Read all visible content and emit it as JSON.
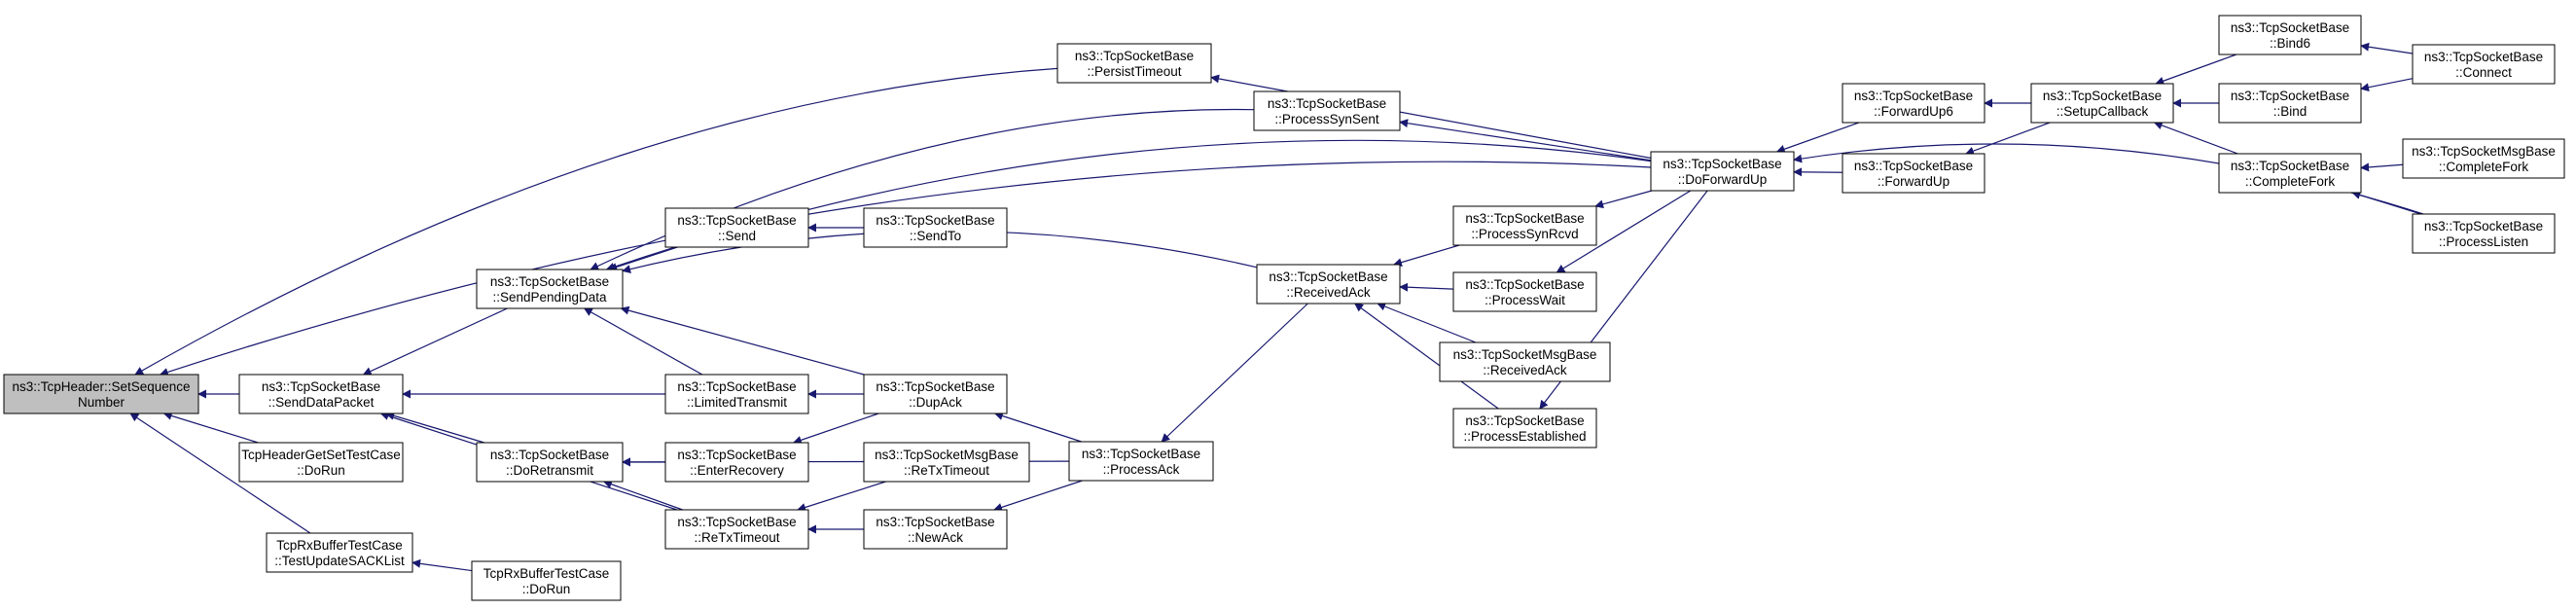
{
  "colors": {
    "edge": "#191970",
    "node_border": "#000000",
    "node_fill": "#ffffff",
    "root_fill": "#bfbfbf"
  },
  "nodes": [
    {
      "id": "n_root",
      "lines": [
        "ns3::TcpHeader::SetSequence",
        "Number"
      ],
      "root": true
    },
    {
      "id": "n_senddatapacket",
      "lines": [
        "ns3::TcpSocketBase",
        "::SendDataPacket"
      ]
    },
    {
      "id": "n_hdrtest",
      "lines": [
        "TcpHeaderGetSetTestCase",
        "::DoRun"
      ]
    },
    {
      "id": "n_rxtest",
      "lines": [
        "TcpRxBufferTestCase",
        "::TestUpdateSACKList"
      ]
    },
    {
      "id": "n_rxdorun",
      "lines": [
        "TcpRxBufferTestCase",
        "::DoRun"
      ]
    },
    {
      "id": "n_sendpending",
      "lines": [
        "ns3::TcpSocketBase",
        "::SendPendingData"
      ]
    },
    {
      "id": "n_doretransmit",
      "lines": [
        "ns3::TcpSocketBase",
        "::DoRetransmit"
      ]
    },
    {
      "id": "n_send",
      "lines": [
        "ns3::TcpSocketBase",
        "::Send"
      ]
    },
    {
      "id": "n_limited",
      "lines": [
        "ns3::TcpSocketBase",
        "::LimitedTransmit"
      ]
    },
    {
      "id": "n_enterrec",
      "lines": [
        "ns3::TcpSocketBase",
        "::EnterRecovery"
      ]
    },
    {
      "id": "n_retx",
      "lines": [
        "ns3::TcpSocketBase",
        "::ReTxTimeout"
      ]
    },
    {
      "id": "n_sendto",
      "lines": [
        "ns3::TcpSocketBase",
        "::SendTo"
      ]
    },
    {
      "id": "n_dupack",
      "lines": [
        "ns3::TcpSocketBase",
        "::DupAck"
      ]
    },
    {
      "id": "n_msgretx",
      "lines": [
        "ns3::TcpSocketMsgBase",
        "::ReTxTimeout"
      ]
    },
    {
      "id": "n_newack",
      "lines": [
        "ns3::TcpSocketBase",
        "::NewAck"
      ]
    },
    {
      "id": "n_persist",
      "lines": [
        "ns3::TcpSocketBase",
        "::PersistTimeout"
      ]
    },
    {
      "id": "n_synsent",
      "lines": [
        "ns3::TcpSocketBase",
        "::ProcessSynSent"
      ]
    },
    {
      "id": "n_processack",
      "lines": [
        "ns3::TcpSocketBase",
        "::ProcessAck"
      ]
    },
    {
      "id": "n_recvack",
      "lines": [
        "ns3::TcpSocketBase",
        "::ReceivedAck"
      ]
    },
    {
      "id": "n_synrcvd",
      "lines": [
        "ns3::TcpSocketBase",
        "::ProcessSynRcvd"
      ]
    },
    {
      "id": "n_wait",
      "lines": [
        "ns3::TcpSocketBase",
        "::ProcessWait"
      ]
    },
    {
      "id": "n_msgrecvack",
      "lines": [
        "ns3::TcpSocketMsgBase",
        "::ReceivedAck"
      ]
    },
    {
      "id": "n_established",
      "lines": [
        "ns3::TcpSocketBase",
        "::ProcessEstablished"
      ]
    },
    {
      "id": "n_doforwardup",
      "lines": [
        "ns3::TcpSocketBase",
        "::DoForwardUp"
      ]
    },
    {
      "id": "n_forwardup6",
      "lines": [
        "ns3::TcpSocketBase",
        "::ForwardUp6"
      ]
    },
    {
      "id": "n_forwardup",
      "lines": [
        "ns3::TcpSocketBase",
        "::ForwardUp"
      ]
    },
    {
      "id": "n_setupcb",
      "lines": [
        "ns3::TcpSocketBase",
        "::SetupCallback"
      ]
    },
    {
      "id": "n_bind6",
      "lines": [
        "ns3::TcpSocketBase",
        "::Bind6"
      ]
    },
    {
      "id": "n_bind",
      "lines": [
        "ns3::TcpSocketBase",
        "::Bind"
      ]
    },
    {
      "id": "n_completefork",
      "lines": [
        "ns3::TcpSocketBase",
        "::CompleteFork"
      ]
    },
    {
      "id": "n_connect",
      "lines": [
        "ns3::TcpSocketBase",
        "::Connect"
      ]
    },
    {
      "id": "n_msgcompletefork",
      "lines": [
        "ns3::TcpSocketMsgBase",
        "::CompleteFork"
      ]
    },
    {
      "id": "n_listen",
      "lines": [
        "ns3::TcpSocketBase",
        "::ProcessListen"
      ]
    }
  ],
  "edges": [
    {
      "caller": "n_senddatapacket",
      "callee": "n_root"
    },
    {
      "caller": "n_hdrtest",
      "callee": "n_root"
    },
    {
      "caller": "n_rxtest",
      "callee": "n_root"
    },
    {
      "caller": "n_persist",
      "callee": "n_root"
    },
    {
      "caller": "n_doforwardup",
      "callee": "n_root"
    },
    {
      "caller": "n_rxdorun",
      "callee": "n_rxtest"
    },
    {
      "caller": "n_sendpending",
      "callee": "n_senddatapacket"
    },
    {
      "caller": "n_doretransmit",
      "callee": "n_senddatapacket"
    },
    {
      "caller": "n_limited",
      "callee": "n_senddatapacket"
    },
    {
      "caller": "n_retx",
      "callee": "n_senddatapacket"
    },
    {
      "caller": "n_send",
      "callee": "n_sendpending"
    },
    {
      "caller": "n_limited",
      "callee": "n_sendpending"
    },
    {
      "caller": "n_dupack",
      "callee": "n_sendpending"
    },
    {
      "caller": "n_synsent",
      "callee": "n_sendpending"
    },
    {
      "caller": "n_recvack",
      "callee": "n_sendpending"
    },
    {
      "caller": "n_doforwardup",
      "callee": "n_sendpending"
    },
    {
      "caller": "n_enterrec",
      "callee": "n_doretransmit"
    },
    {
      "caller": "n_retx",
      "callee": "n_doretransmit"
    },
    {
      "caller": "n_processack",
      "callee": "n_doretransmit"
    },
    {
      "caller": "n_sendto",
      "callee": "n_send"
    },
    {
      "caller": "n_dupack",
      "callee": "n_limited"
    },
    {
      "caller": "n_dupack",
      "callee": "n_enterrec"
    },
    {
      "caller": "n_msgretx",
      "callee": "n_retx"
    },
    {
      "caller": "n_newack",
      "callee": "n_retx"
    },
    {
      "caller": "n_processack",
      "callee": "n_dupack"
    },
    {
      "caller": "n_processack",
      "callee": "n_newack"
    },
    {
      "caller": "n_recvack",
      "callee": "n_processack"
    },
    {
      "caller": "n_synrcvd",
      "callee": "n_recvack"
    },
    {
      "caller": "n_wait",
      "callee": "n_recvack"
    },
    {
      "caller": "n_msgrecvack",
      "callee": "n_recvack"
    },
    {
      "caller": "n_established",
      "callee": "n_recvack"
    },
    {
      "caller": "n_doforwardup",
      "callee": "n_persist"
    },
    {
      "caller": "n_doforwardup",
      "callee": "n_synsent"
    },
    {
      "caller": "n_doforwardup",
      "callee": "n_synrcvd"
    },
    {
      "caller": "n_doforwardup",
      "callee": "n_wait"
    },
    {
      "caller": "n_doforwardup",
      "callee": "n_established"
    },
    {
      "caller": "n_forwardup6",
      "callee": "n_doforwardup"
    },
    {
      "caller": "n_forwardup",
      "callee": "n_doforwardup"
    },
    {
      "caller": "n_listen",
      "callee": "n_doforwardup"
    },
    {
      "caller": "n_setupcb",
      "callee": "n_forwardup6"
    },
    {
      "caller": "n_setupcb",
      "callee": "n_forwardup"
    },
    {
      "caller": "n_bind6",
      "callee": "n_setupcb"
    },
    {
      "caller": "n_bind",
      "callee": "n_setupcb"
    },
    {
      "caller": "n_completefork",
      "callee": "n_setupcb"
    },
    {
      "caller": "n_connect",
      "callee": "n_bind6"
    },
    {
      "caller": "n_connect",
      "callee": "n_bind"
    },
    {
      "caller": "n_msgcompletefork",
      "callee": "n_completefork"
    },
    {
      "caller": "n_listen",
      "callee": "n_completefork"
    }
  ]
}
